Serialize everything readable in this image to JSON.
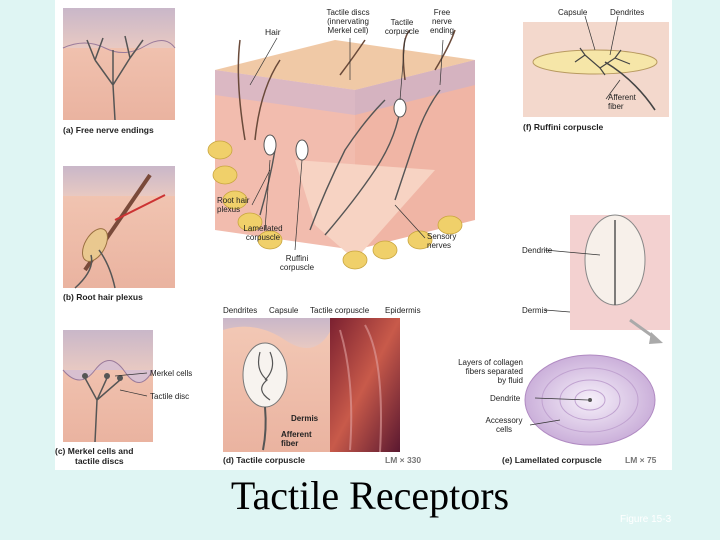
{
  "slide": {
    "title": "Tactile Receptors",
    "figure_ref": "Figure 15-3"
  },
  "panels": {
    "a": {
      "caption": "(a) Free nerve endings"
    },
    "b": {
      "caption": "(b) Root hair plexus"
    },
    "c": {
      "caption_line1": "(c)  Merkel cells and",
      "caption_line2": "tactile discs",
      "merkel_cells": "Merkel cells",
      "tactile_disc": "Tactile disc"
    },
    "d": {
      "caption": "(d) Tactile corpuscle",
      "dendrites": "Dendrites",
      "capsule": "Capsule",
      "tactile_corpuscle": "Tactile corpuscle",
      "epidermis": "Epidermis",
      "dermis": "Dermis",
      "afferent_line1": "Afferent",
      "afferent_line2": "fiber",
      "lm": "LM × 330"
    },
    "e": {
      "caption": "(e) Lamellated corpuscle",
      "lm": "LM × 75",
      "dendrite_top": "Dendrite",
      "dermis": "Dermis",
      "layers_line1": "Layers of collagen",
      "layers_line2": "fibers separated",
      "layers_line3": "by fluid",
      "dendrite_bottom": "Dendrite",
      "accessory_line1": "Accessory",
      "accessory_line2": "cells"
    },
    "f": {
      "caption": "(f) Ruffini  corpuscle",
      "capsule": "Capsule",
      "dendrites": "Dendrites",
      "afferent_line1": "Afferent",
      "afferent_line2": "fiber"
    },
    "center": {
      "hair": "Hair",
      "tactile_discs_line1": "Tactile discs",
      "tactile_discs_line2": "(innervating",
      "tactile_discs_line3": "Merkel cell)",
      "tactile_corpuscle_line1": "Tactile",
      "tactile_corpuscle_line2": "corpuscle",
      "free_nerve_line1": "Free",
      "free_nerve_line2": "nerve",
      "free_nerve_line3": "ending",
      "root_hair_line1": "Root hair",
      "root_hair_line2": "plexus",
      "lamellated_line1": "Lamellated",
      "lamellated_line2": "corpuscle",
      "ruffini_line1": "Ruffini",
      "ruffini_line2": "corpuscle",
      "sensory_line1": "Sensory",
      "sensory_line2": "nerves"
    }
  }
}
